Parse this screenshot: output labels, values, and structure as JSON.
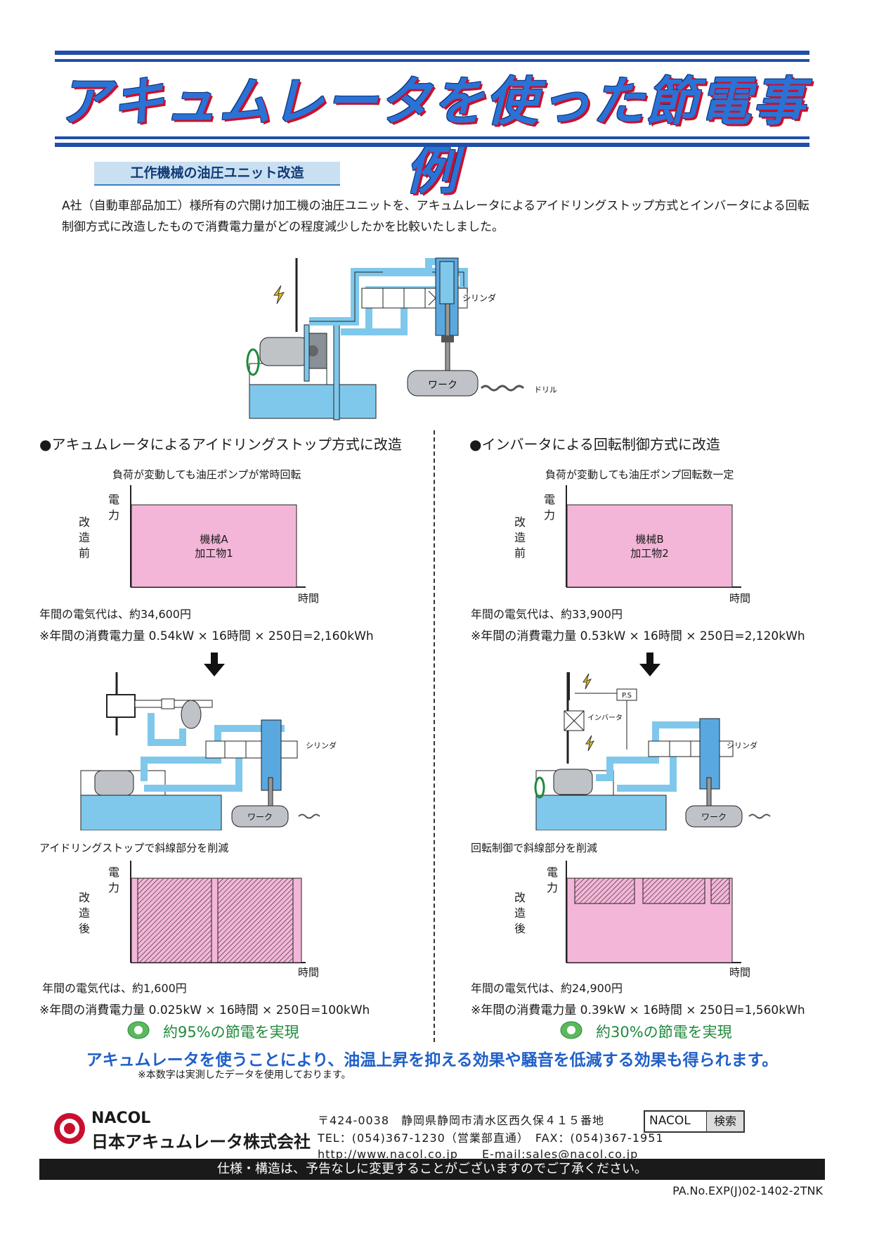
{
  "header": {
    "title": "アキュムレータを使った節電事例"
  },
  "section_label": "工作機械の油圧ユニット改造",
  "intro": "A社（自動車部品加工）様所有の穴開け加工機の油圧ユニットを、アキュムレータによるアイドリングストップ方式とインバータによる回転制御方式に改造したもので消費電力量がどの程度減少したかを比較いたしました。",
  "diagram_top": {
    "cylinder_label": "シリンダ",
    "work_label": "ワーク",
    "drill_label": "ドリル"
  },
  "left": {
    "heading": "●アキュムレータによるアイドリングストップ方式に改造",
    "before_caption": "負荷が変動しても油圧ポンプが常時回転",
    "y_axis": "電\n力",
    "x_axis": "時間",
    "side_before": "改\n造\n前",
    "box_line1": "機械A",
    "box_line2": "加工物1",
    "cost_before": "年間の電気代は、約34,600円",
    "energy_before": "※年間の消費電力量 0.54kW × 16時間 × 250日=2,160kWh",
    "cylinder_label": "シリンダ",
    "work_label": "ワーク",
    "after_caption": "アイドリングストップで斜線部分を削減",
    "side_after": "改\n造\n後",
    "cost_after": "年間の電気代は、約1,600円",
    "energy_after": "※年間の消費電力量 0.025kW × 16時間 × 250日=100kWh",
    "saving": "約95%の節電を実現"
  },
  "right": {
    "heading": "●インバータによる回転制御方式に改造",
    "before_caption": "負荷が変動しても油圧ポンプ回転数一定",
    "y_axis": "電\n力",
    "x_axis": "時間",
    "side_before": "改\n造\n前",
    "box_line1": "機械B",
    "box_line2": "加工物2",
    "cost_before": "年間の電気代は、約33,900円",
    "energy_before": "※年間の消費電力量 0.53kW × 16時間 × 250日=2,120kWh",
    "ps_label": "P.S",
    "inverter_label": "インバータ",
    "cylinder_label": "シリンダ",
    "work_label": "ワーク",
    "after_caption": "回転制御で斜線部分を削減",
    "side_after": "改\n造\n後",
    "cost_after": "年間の電気代は、約24,900円",
    "energy_after": "※年間の消費電力量 0.39kW × 16時間 × 250日=1,560kWh",
    "saving": "約30%の節電を実現"
  },
  "message": "アキュムレータを使うことにより、油温上昇を抑える効果や騒音を低減する効果も得られます。",
  "note": "※本数字は実測したデータを使用しております。",
  "company": {
    "brand": "NACOL",
    "name": "日本アキュムレータ株式会社",
    "address": "〒424-0038　静岡県静岡市清水区西久保４１５番地",
    "tel_fax": "TEL：(054)367-1230（営業部直通）　FAX：(054)367-1951",
    "web_mail": "http://www.nacol.co.jp　　E-mail:sales@nacol.co.jp",
    "search_word": "NACOL",
    "search_button": "検索"
  },
  "footer": "仕様・構造は、予告なしに変更することがございますのでご了承ください。",
  "doc_number": "PA.No.EXP(J)02-1402-2TNK",
  "colors": {
    "title_blue": "#2a73d6",
    "title_shadow_red": "#c8102e",
    "chart_pink": "#f4b6d8",
    "water_blue": "#7fc8ec",
    "green_text": "#1f8a3b"
  }
}
